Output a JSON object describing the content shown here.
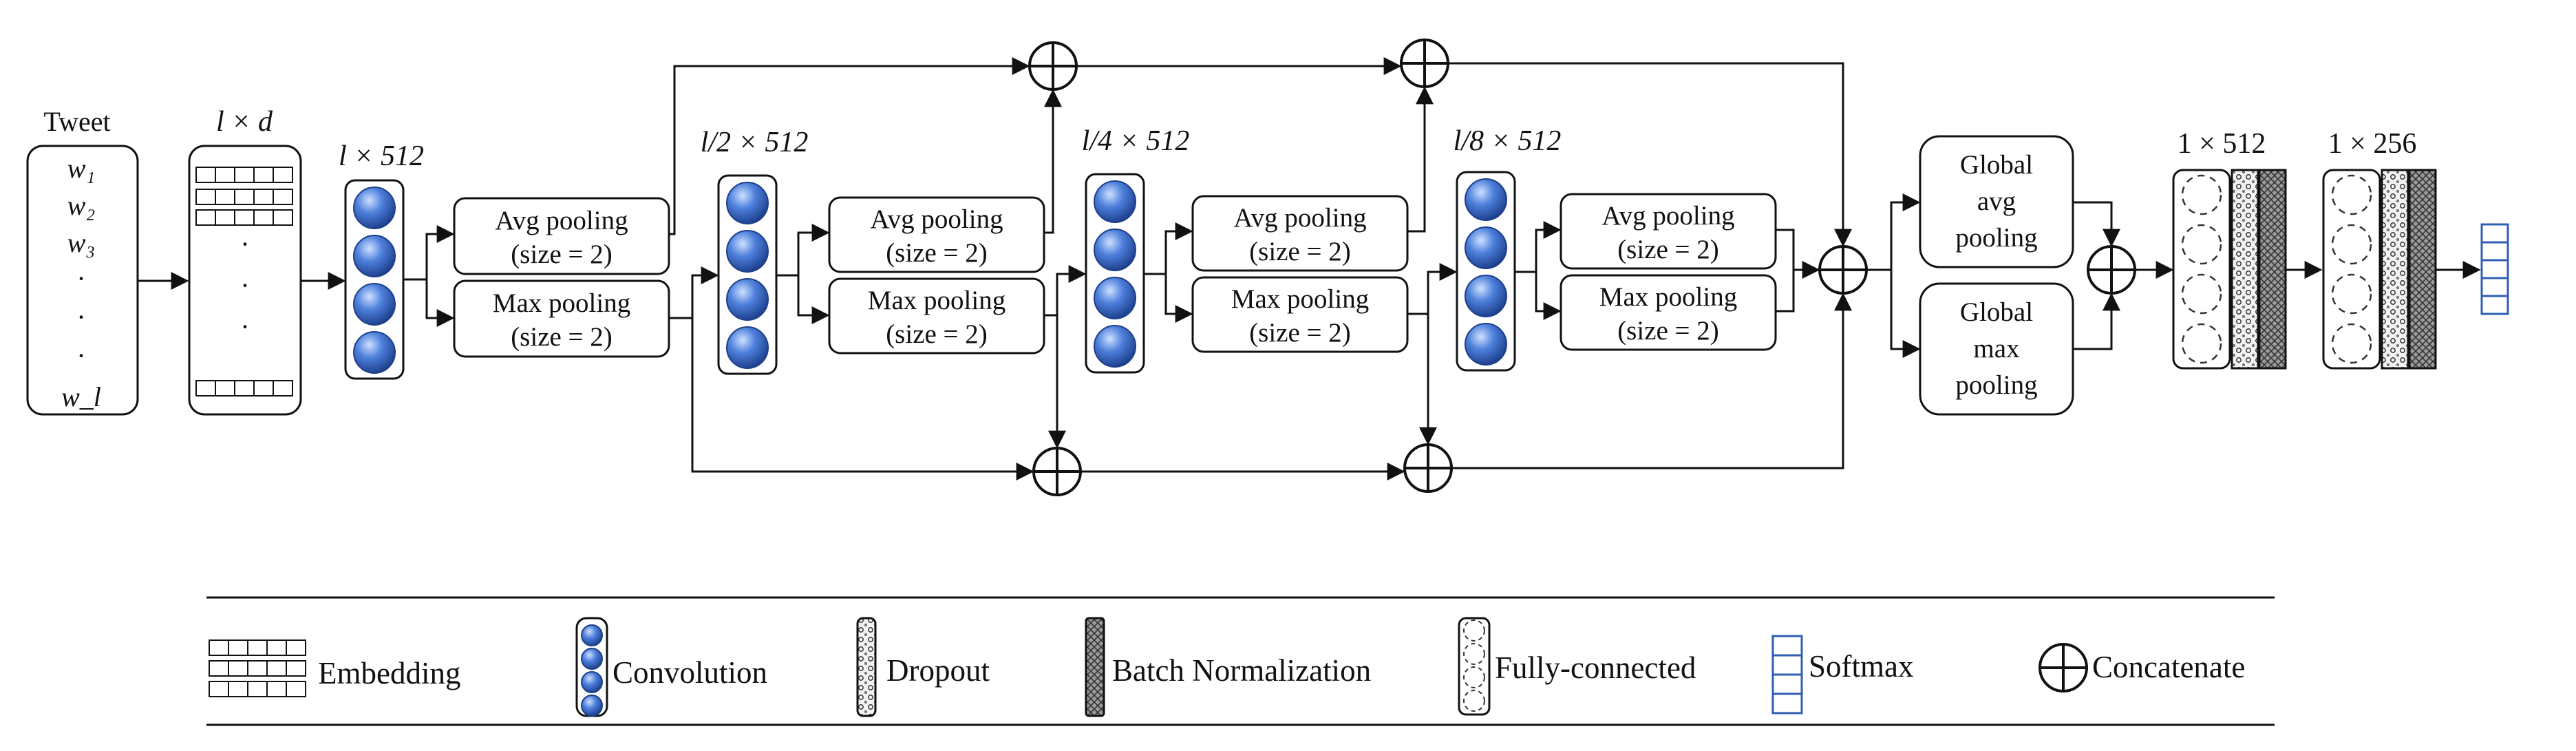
{
  "input": {
    "title": "Tweet",
    "words": [
      "w₁",
      "w₂",
      "w₃",
      "·",
      "·",
      "·",
      "w_l"
    ]
  },
  "dims": {
    "embedding": "l × d",
    "conv1": "l × 512",
    "conv2": "l/2 × 512",
    "conv3": "l/4 × 512",
    "conv4": "l/8 × 512",
    "fc1": "1 × 512",
    "fc2": "1 × 256"
  },
  "pooling": {
    "avg": [
      "Avg pooling",
      "(size = 2)"
    ],
    "max": [
      "Max pooling",
      "(size = 2)"
    ]
  },
  "global": {
    "avg": [
      "Global",
      "avg",
      "pooling"
    ],
    "max": [
      "Global",
      "max",
      "pooling"
    ]
  },
  "legend": {
    "embedding": "Embedding",
    "convolution": "Convolution",
    "dropout": "Dropout",
    "batch_norm": "Batch Normalization",
    "fully_connected": "Fully-connected",
    "softmax": "Softmax",
    "concatenate": "Concatenate"
  },
  "colors": {
    "conv_ball": "#3a6fd0",
    "softmax": "#2f5fb3",
    "line": "#111111"
  }
}
